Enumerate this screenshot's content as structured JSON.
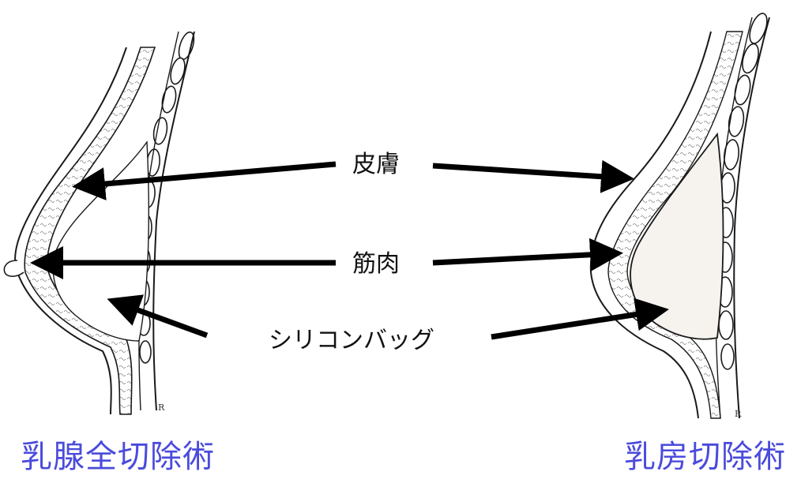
{
  "labels": {
    "skin": "皮膚",
    "muscle": "筋肉",
    "implant": "シリコンバッグ"
  },
  "captions": {
    "left": "乳腺全切除術",
    "right": "乳房切除術"
  },
  "drawing_marks": {
    "left": "R",
    "right": "R"
  },
  "colors": {
    "caption": "#4b4bdc",
    "arrow": "#000000",
    "line": "#1a1a1a",
    "text": "#111111",
    "implant_fill": "#f6f3ee"
  }
}
